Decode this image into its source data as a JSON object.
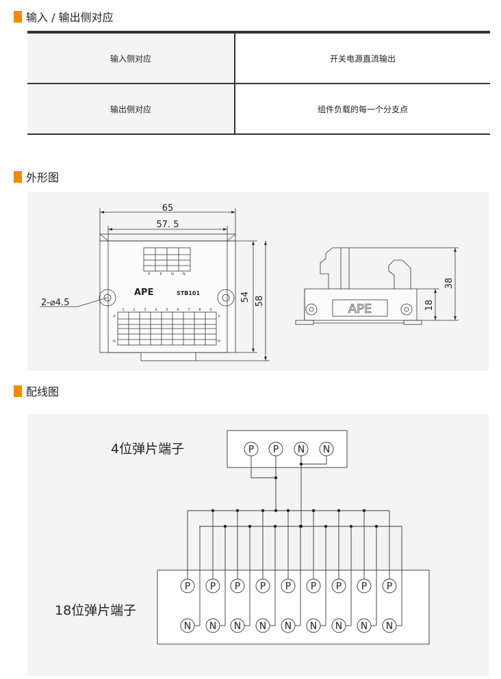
{
  "sections": {
    "io": {
      "title": "输入 / 输出侧对应"
    },
    "outline": {
      "title": "外形图"
    },
    "wiring": {
      "title": "配线图"
    }
  },
  "io_table": {
    "rows": [
      {
        "side": "输入侧对应",
        "desc": "开关电源直流输出"
      },
      {
        "side": "输出侧对应",
        "desc": "组件负载的每一个分支点"
      }
    ]
  },
  "outline": {
    "dim_65": "65",
    "dim_57_5": "57. 5",
    "dim_54": "54",
    "dim_58": "58",
    "hole_label": "2-⌀4.5",
    "brand": "APE",
    "model": "STB101",
    "top_terminal_labels": [
      "P",
      "P",
      "N",
      "N"
    ],
    "pin_numbers": [
      "1",
      "2",
      "3",
      "4",
      "5",
      "6",
      "7",
      "8",
      "9"
    ],
    "side_p": "P",
    "side_n": "N",
    "side_brand": "APE",
    "side_dim_38": "38",
    "side_dim_18": "18"
  },
  "wiring": {
    "label_4": "4位弹片端子",
    "label_18": "18位弹片端子",
    "top_terminals": [
      "P",
      "P",
      "N",
      "N"
    ],
    "p_row": [
      "P",
      "P",
      "P",
      "P",
      "P",
      "P",
      "P",
      "P",
      "P"
    ],
    "n_row": [
      "N",
      "N",
      "N",
      "N",
      "N",
      "N",
      "N",
      "N",
      "N"
    ]
  }
}
